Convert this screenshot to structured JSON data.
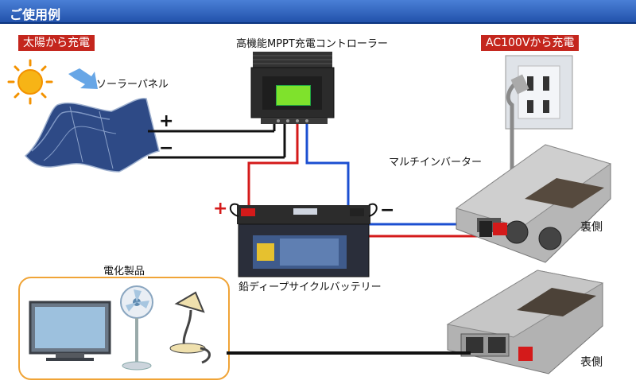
{
  "header": {
    "title": "ご使用例"
  },
  "tags": {
    "solar": "太陽から充電",
    "ac": "AC100Vから充電"
  },
  "labels": {
    "solar_panel": "ソーラーパネル",
    "controller": "高機能MPPT充電コントローラー",
    "inverter": "マルチインバーター",
    "back": "裏側",
    "front": "表側",
    "appliances": "電化製品",
    "battery": "鉛ディープサイクルバッテリー"
  },
  "signs": {
    "plus": "+",
    "minus": "−"
  },
  "colors": {
    "header": "#1f4fa8",
    "tag": "#c4261d",
    "positive": "#d41a1a",
    "negative": "#1b4fd1",
    "frame": "#f0a437"
  }
}
